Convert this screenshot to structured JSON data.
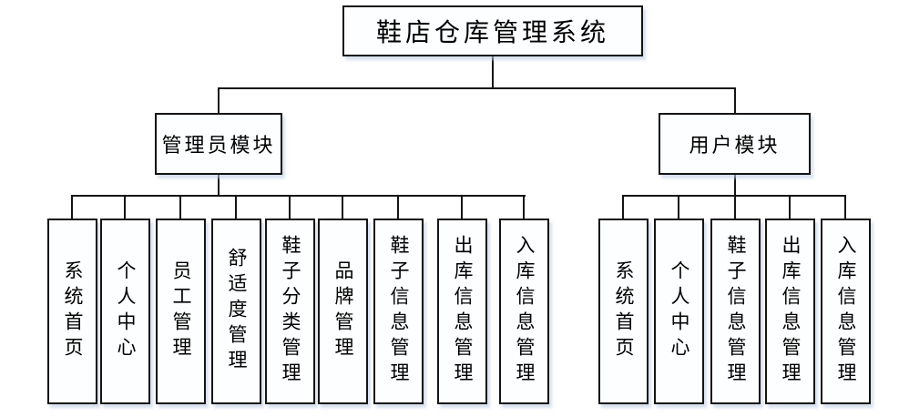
{
  "diagram": {
    "title": "鞋店仓库管理系统",
    "type": "org-tree",
    "root": "鞋店仓库管理系统",
    "admin": {
      "label": "管理员模块",
      "children": [
        "系统首页",
        "个人中心",
        "员工管理",
        "舒适度管理",
        "鞋子分类管理",
        "品牌管理",
        "鞋子信息管理",
        "出库信息管理",
        "入库信息管理"
      ]
    },
    "user": {
      "label": "用户模块",
      "children": [
        "系统首页",
        "个人中心",
        "鞋子信息管理",
        "出库信息管理",
        "入库信息管理"
      ]
    },
    "colors": {
      "line": "#141414",
      "box_border": "#141414",
      "box_fill": "#fdfeff",
      "shadow": "#d9e2f0",
      "text": "#000000",
      "background": "#ffffff"
    }
  }
}
